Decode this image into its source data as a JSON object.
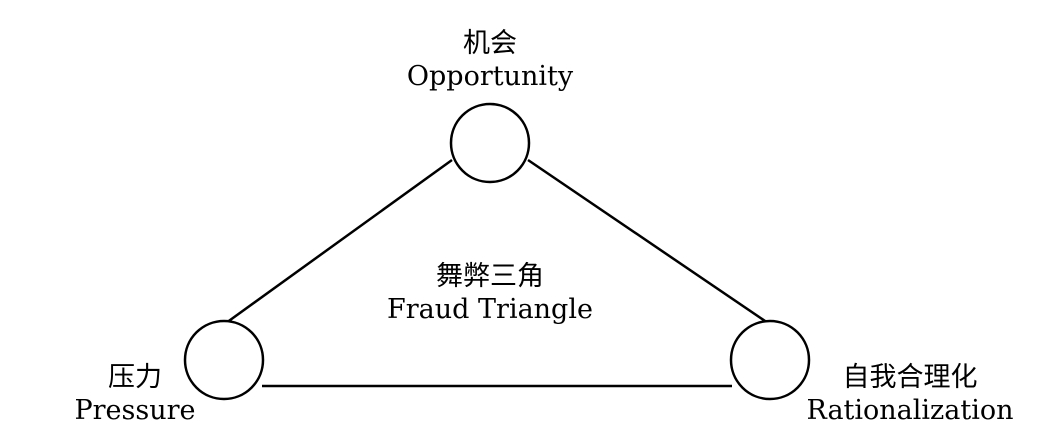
{
  "nodes": {
    "top": {
      "zh": "机会",
      "en": "Opportunity"
    },
    "left": {
      "zh": "压力",
      "en": "Pressure"
    },
    "right": {
      "zh": "自我合理化",
      "en": "Rationalization"
    }
  },
  "center": {
    "zh": "舞弊三角",
    "en": "Fraud Triangle"
  },
  "colors": {
    "line": "#000000",
    "background": "#ffffff"
  }
}
